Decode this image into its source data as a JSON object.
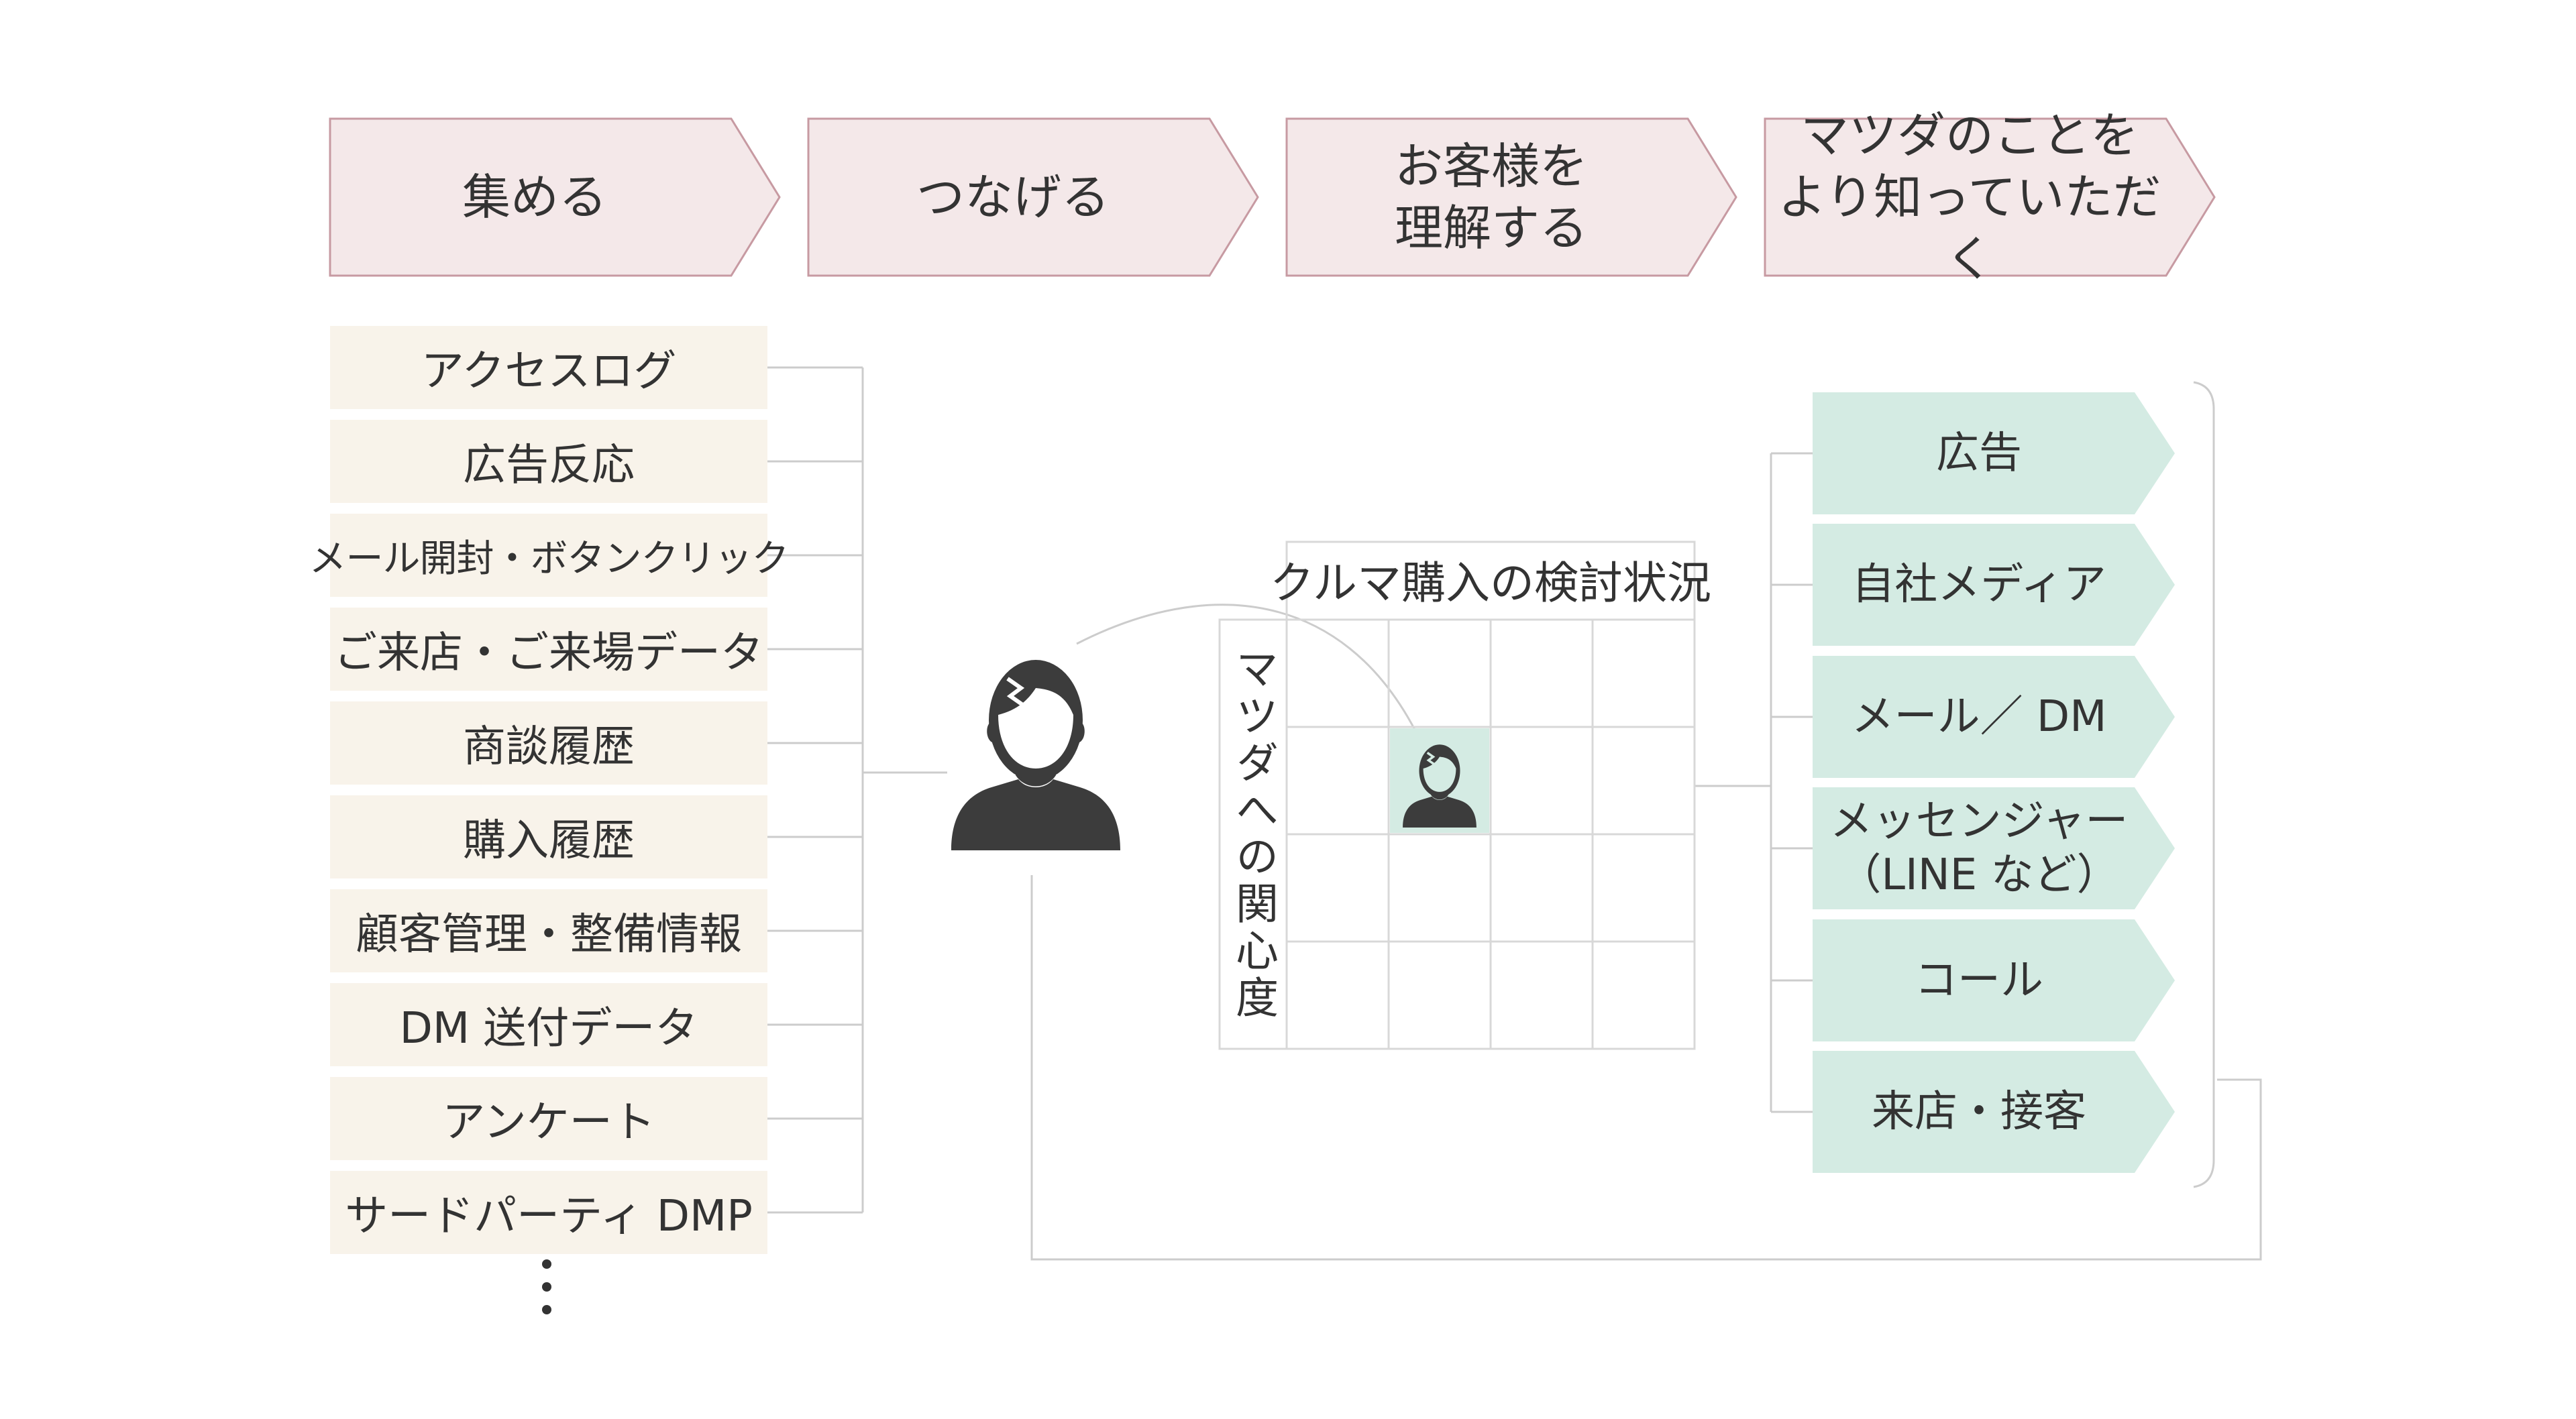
{
  "steps": [
    {
      "label_line1": "集める",
      "label_line2": ""
    },
    {
      "label_line1": "つなげる",
      "label_line2": ""
    },
    {
      "label_line1": "お客様を",
      "label_line2": "理解する"
    },
    {
      "label_line1": "マツダのことを",
      "label_line2": "より知っていただく"
    }
  ],
  "sources": [
    "アクセスログ",
    "広告反応",
    "メール開封・ボタンクリック",
    "ご来店・ご来場データ",
    "商談履歴",
    "購入履歴",
    "顧客管理・整備情報",
    "DM 送付データ",
    "アンケート",
    "サードパーティ DMP"
  ],
  "grid": {
    "title": "クルマ購入の検討状況",
    "vertical_label": "マツダへの関心度"
  },
  "channels": [
    {
      "label_line1": "広告",
      "label_line2": ""
    },
    {
      "label_line1": "自社メディア",
      "label_line2": ""
    },
    {
      "label_line1": "メール／ DM",
      "label_line2": ""
    },
    {
      "label_line1": "メッセンジャー",
      "label_line2": "（LINE など）"
    },
    {
      "label_line1": "コール",
      "label_line2": ""
    },
    {
      "label_line1": "来店・接客",
      "label_line2": ""
    }
  ],
  "colors": {
    "step_fill": "#f4e8e9",
    "step_stroke": "#c79aa2",
    "source_fill": "#f8f3ea",
    "channel_fill": "#d4ebe3",
    "highlight_cell": "#d4ebe3",
    "line": "#cccccc",
    "person": "#3c3c3c",
    "text": "#333333"
  },
  "icons": {
    "person": "person-icon",
    "small_person": "small-person-icon",
    "more": "vertical-ellipsis-icon"
  }
}
